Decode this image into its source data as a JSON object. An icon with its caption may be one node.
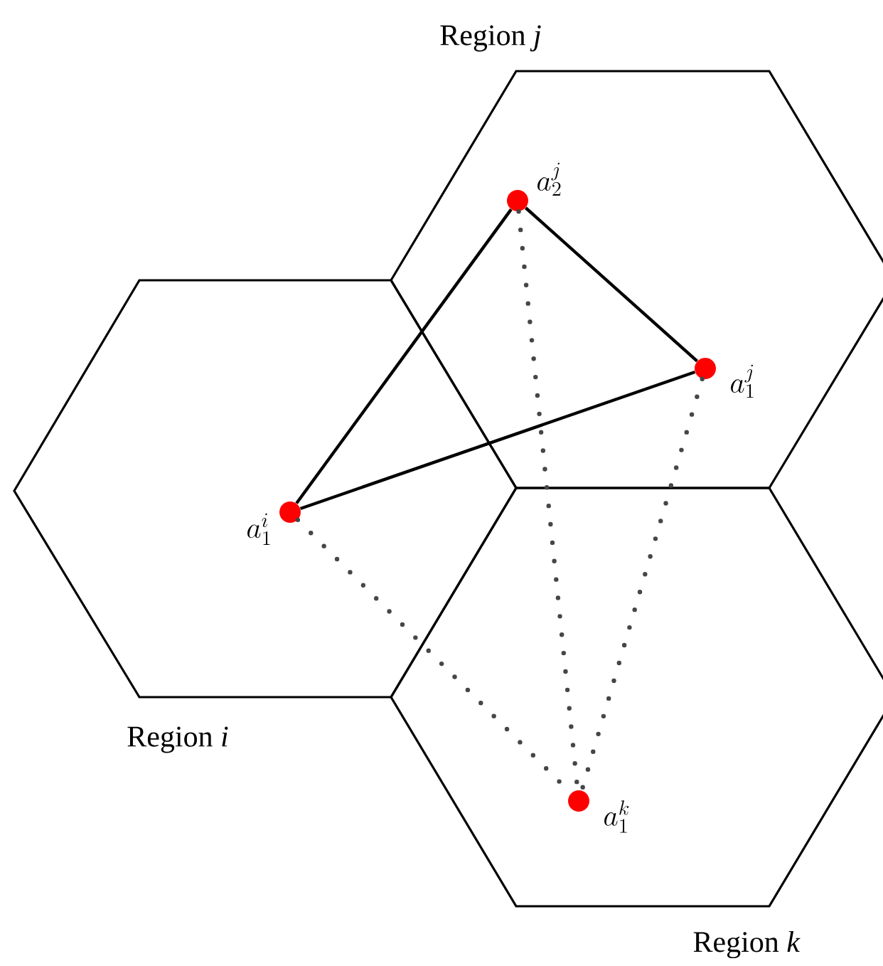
{
  "diagram": {
    "nodes": [
      {
        "text": [
          "Region *i*"
        ]
      },
      {
        "text": [
          "Region *j*"
        ]
      },
      {
        "text": [
          "Region *k*"
        ]
      },
      {
        "text": [
          "a_1^i"
        ],
        "in": 0
      },
      {
        "text": [
          "a_2^j"
        ],
        "in": 1
      },
      {
        "text": [
          "a_1^j"
        ],
        "in": 1
      },
      {
        "text": [
          "a_1^k"
        ],
        "in": 2
      }
    ],
    "edges": [
      {
        "from": 3,
        "to": 4,
        "arrow": "none"
      },
      {
        "from": 4,
        "to": 5,
        "arrow": "none"
      },
      {
        "from": 3,
        "to": 5,
        "arrow": "none"
      },
      {
        "from": 4,
        "to": 6,
        "arrow": "none",
        "style": "dashed"
      },
      {
        "from": 5,
        "to": 6,
        "arrow": "none",
        "style": "dashed"
      },
      {
        "from": 3,
        "to": 6,
        "arrow": "none",
        "style": "dashed"
      }
    ]
  }
}
